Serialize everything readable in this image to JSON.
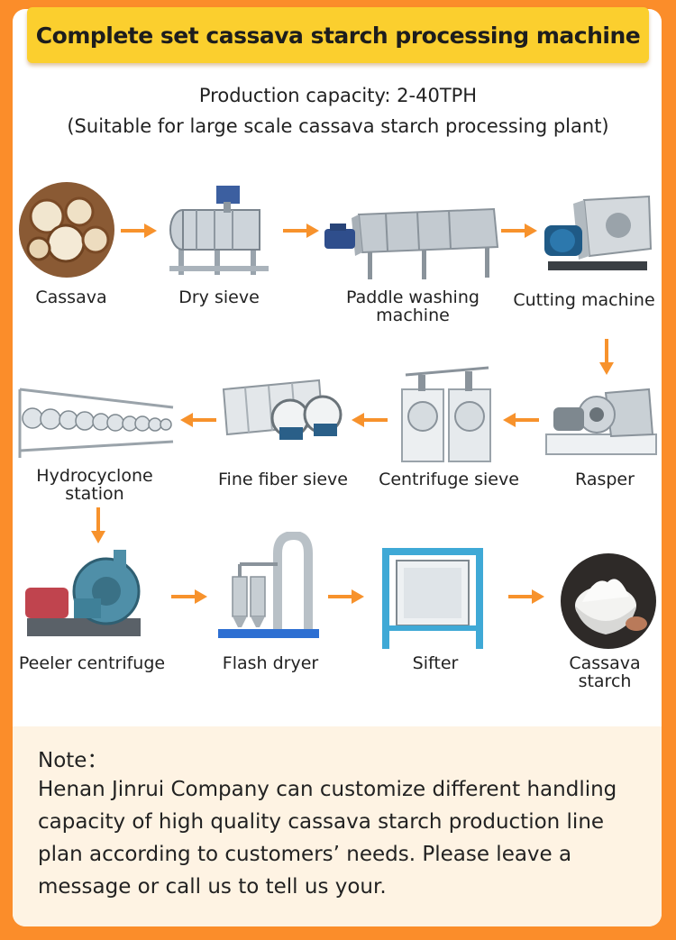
{
  "title": "Complete set cassava starch processing machine",
  "subtitle_line1": "Production capacity: 2-40TPH",
  "subtitle_line2": "(Suitable for large scale cassava starch processing plant)",
  "steps": [
    {
      "label": "Cassava",
      "icon": "cassava-image"
    },
    {
      "label": "Dry sieve",
      "icon": "dry-sieve-image"
    },
    {
      "label": "Paddle washing machine",
      "icon": "paddle-washer-image"
    },
    {
      "label": "Cutting machine",
      "icon": "cutting-machine-image"
    },
    {
      "label": "Rasper",
      "icon": "rasper-image"
    },
    {
      "label": "Centrifuge sieve",
      "icon": "centrifuge-sieve-image"
    },
    {
      "label": "Fine fiber sieve",
      "icon": "fine-fiber-sieve-image"
    },
    {
      "label": "Hydrocyclone station",
      "icon": "hydrocyclone-image"
    },
    {
      "label": "Peeler centrifuge",
      "icon": "peeler-centrifuge-image"
    },
    {
      "label": "Flash dryer",
      "icon": "flash-dryer-image"
    },
    {
      "label": "Sifter",
      "icon": "sifter-image"
    },
    {
      "label": "Cassava starch",
      "icon": "starch-bowl-image"
    }
  ],
  "note_title": "Note：",
  "note_text": "Henan Jinrui Company can customize different handling capacity of high quality cassava starch production line plan according to customers’ needs. Please leave a message or call us to tell us your.",
  "colors": {
    "background": "#fb8d2a",
    "title_bar": "#fbcf2e",
    "arrow": "#f7922c",
    "note_bg": "#fef3e3"
  }
}
